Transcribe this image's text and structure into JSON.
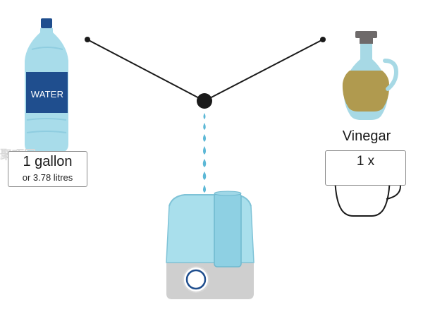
{
  "water_bottle": {
    "label": "WATER"
  },
  "water_amount": {
    "main": "1 gallon",
    "sub": "or 3.78  litres"
  },
  "vinegar": {
    "label": "Vinegar",
    "amount": "1 x"
  },
  "watermark": {
    "text": "聚巧网"
  },
  "colors": {
    "bottle_blue": "#a8dcea",
    "bottle_label": "#1f4e8e",
    "cap": "#1f4e8e",
    "vinegar_liquid": "#b09a4f",
    "vinegar_glass": "#a7d9e5",
    "cork": "#6e6a6a",
    "drops": "#5db8d6",
    "tank": "#8ed0e3",
    "base": "#cfcfcf",
    "line": "#1a1a1a"
  },
  "icons": [
    "water-bottle-icon",
    "vinegar-bottle-icon",
    "cup-icon",
    "humidifier-icon",
    "water-drops-icon"
  ]
}
